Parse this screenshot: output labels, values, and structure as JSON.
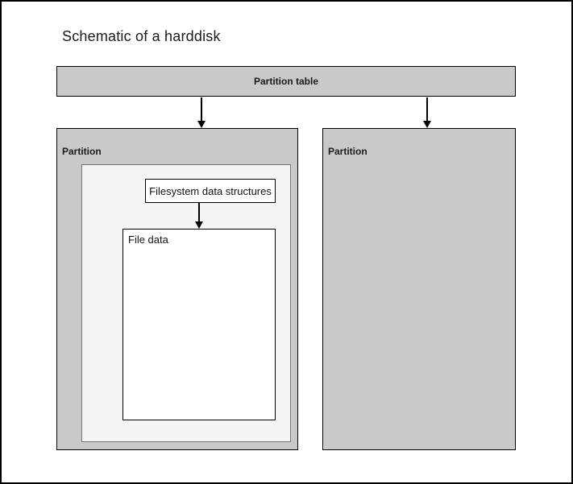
{
  "title": "Schematic of a harddisk",
  "partition_table": {
    "label": "Partition table"
  },
  "left_partition": {
    "label": "Partition"
  },
  "right_partition": {
    "label": "Partition"
  },
  "filesystem_box": {
    "label": "Filesystem data structures"
  },
  "file_data_box": {
    "label": "File data"
  },
  "colors": {
    "partition_fill": "#c9c9c9",
    "inner_area_fill": "#f5f5f5",
    "inner_area_border": "#757575",
    "box_border": "#000000",
    "text": "#1a1a1a",
    "background": "#ffffff"
  }
}
